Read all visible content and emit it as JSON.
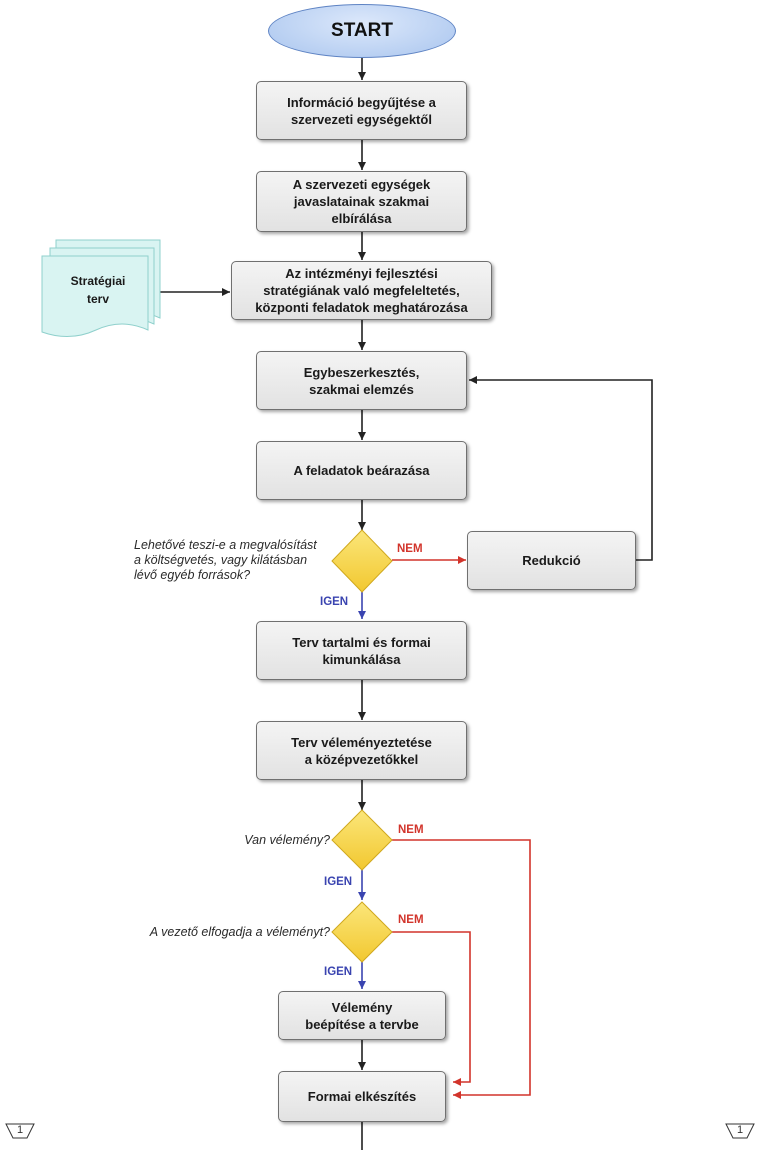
{
  "start": {
    "label": "START"
  },
  "steps": {
    "collect": "Információ begyűjtése a\nszervezeti egységektől",
    "review": "A szervezeti egységek\njavaslatainak szakmai\nelbírálása",
    "strategy": "Az intézményi fejlesztési\nstratégiának való megfeleltetés,\nközponti feladatok meghatározása",
    "edit": "Egybeszerkesztés,\nszakmai elemzés",
    "pricing": "A feladatok beárazása",
    "reduction": "Redukció",
    "draft": "Terv tartalmi és formai\nkimunkálása",
    "consult": "Terv véleményeztetése\na középvezetőkkel",
    "incorporate": "Vélemény\nbeépítése a tervbe",
    "finalize": "Formai elkészítés"
  },
  "document": {
    "label": "Stratégiai\nterv"
  },
  "decisions": {
    "budget": "Lehetővé teszi-e a megvalósítást\na költségvetés, vagy kilátásban\nlévő egyéb források?",
    "opinion": "Van vélemény?",
    "accept": "A vezető elfogadja a véleményt?"
  },
  "branch_labels": {
    "yes": "IGEN",
    "no": "NEM"
  },
  "page_markers": {
    "left": "1",
    "right": "1"
  },
  "colors": {
    "arrow": "#222222",
    "no_branch": "#d2342b",
    "yes_branch": "#3a44b0",
    "decision_fill": "#f5d23a",
    "document_fill": "#d9f4f2"
  }
}
